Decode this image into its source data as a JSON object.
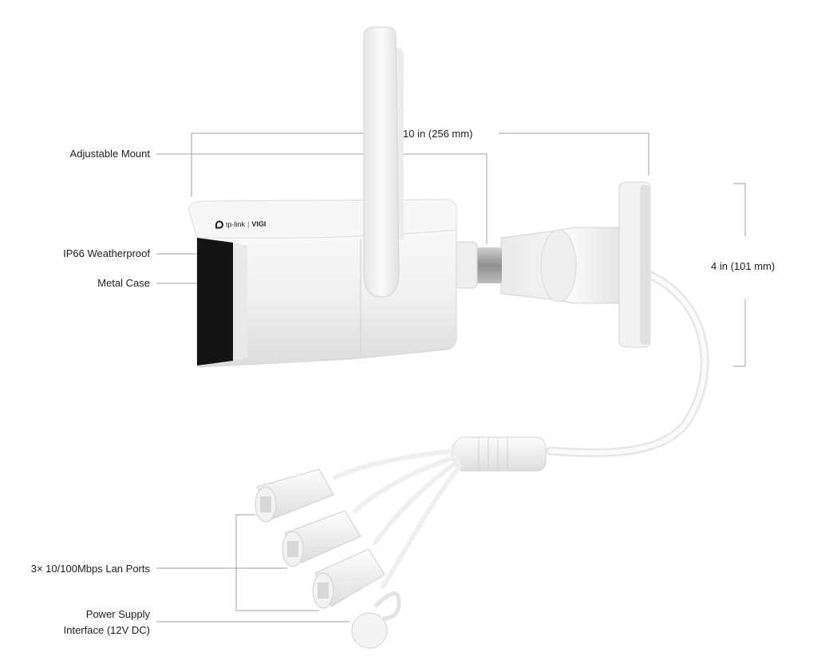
{
  "brand": {
    "logo_text": "tp-link",
    "separator": "|",
    "product_line": "VIGI"
  },
  "callouts": {
    "adjustable_mount": "Adjustable Mount",
    "weatherproof": "IP66 Weatherproof",
    "metal_case": "Metal Case",
    "lan_ports": "3× 10/100Mbps Lan Ports",
    "power_line1": "Power Supply",
    "power_line2": "Interface (12V DC)"
  },
  "dimensions": {
    "length": "10 in (256 mm)",
    "height": "4 in (101 mm)"
  },
  "colors": {
    "background": "#ffffff",
    "body": "#f4f4f4",
    "shadow": "#d9d9d9",
    "lens_front": "#141414",
    "leader_line": "#9a9a9a"
  }
}
